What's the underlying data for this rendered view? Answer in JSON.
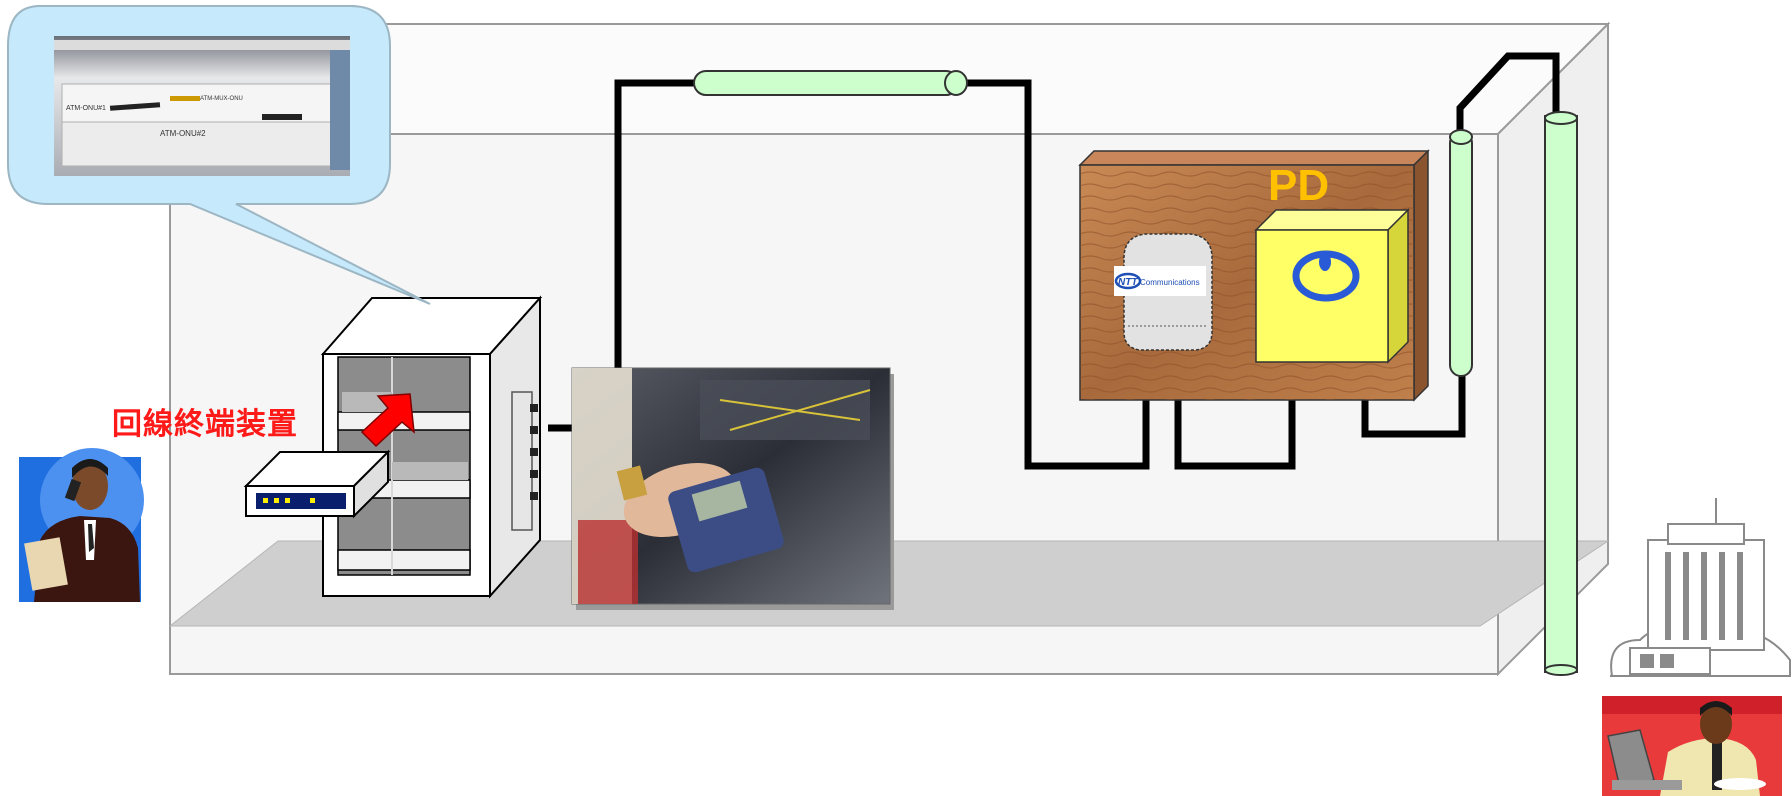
{
  "labels": {
    "terminal_device": "回線終端装置",
    "pd": "PD",
    "ntt_logo": "NTT Communications"
  },
  "photo_callout": {
    "device_labels": [
      "ATM-ONU#1",
      "ATM-ONU#2",
      "ATM-MUX-ONU"
    ]
  },
  "colors": {
    "conduit_fill": "#ccffcc",
    "backboard_wood": "#b8764a",
    "pd_box": "#ffff66",
    "pd_label": "#ffc000",
    "label_red": "#ff1a1a",
    "callout_fill": "#c6e9fb",
    "cable": "#000000",
    "icon_bg_blue": "#1f6fe0",
    "icon_bg_red": "#e83a3a"
  },
  "icons": [
    "person-phone-icon",
    "building-icon",
    "person-laptop-icon",
    "up-arrow-icon",
    "ntt-logo-icon"
  ]
}
